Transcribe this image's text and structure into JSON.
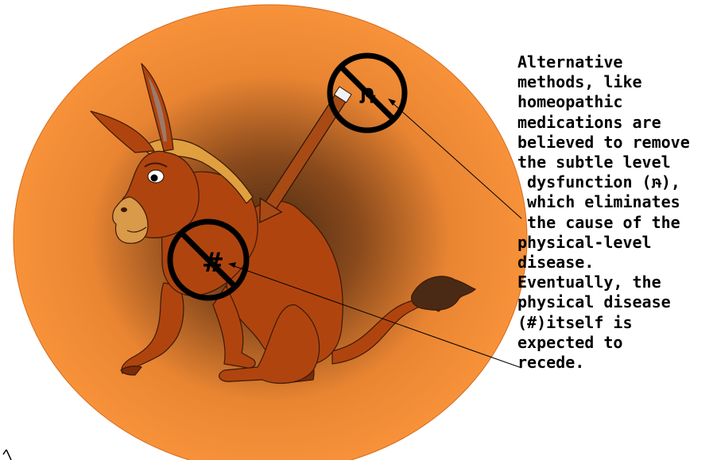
{
  "caption": {
    "lines": [
      "Alternative",
      "methods, like",
      "homeopathic",
      "medications are",
      "believed to remove",
      "the subtle level",
      " dysfunction (ໞ),",
      " which eliminates",
      " the cause of the",
      "physical-level",
      "disease.",
      "Eventually, the",
      "physical disease",
      "(#)itself is",
      "expected to",
      "recede."
    ]
  },
  "symbols": {
    "subtle_dysfunction": "ໞ",
    "physical_disease": "#"
  },
  "colors": {
    "disc_outer": "#f7923a",
    "disc_inner": "#4a2a12",
    "donkey_body": "#b0440f",
    "donkey_dark": "#7a2c08",
    "mane": "#e0a040",
    "muzzle": "#d99a4a",
    "ear_inner": "#9c7a6a",
    "tail_tuft": "#4a2a14",
    "prohibition": "#000000"
  },
  "icons": {
    "upper_sign": "no-symbol-icon",
    "lower_sign": "no-symbol-icon",
    "arrow": "down-left-arrow-icon"
  }
}
